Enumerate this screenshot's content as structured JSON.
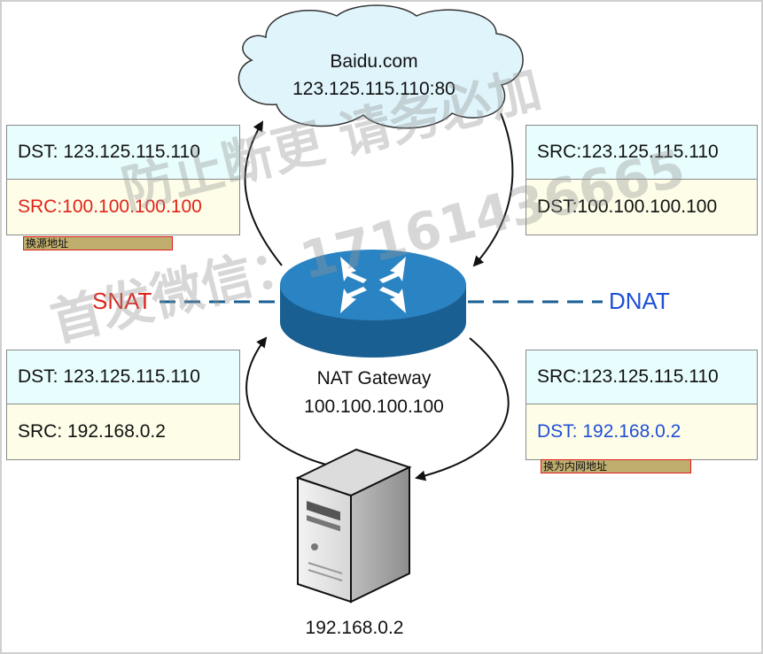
{
  "cloud": {
    "line1": "Baidu.com",
    "line2": "123.125.115.110:80"
  },
  "gateway": {
    "line1": "NAT Gateway",
    "line2": "100.100.100.100"
  },
  "server": {
    "ip": "192.168.0.2"
  },
  "snat_label": "SNAT",
  "dnat_label": "DNAT",
  "box_top_left": {
    "top": "DST: 123.125.115.110",
    "bottom": "SRC:100.100.100.100",
    "tag": "换源地址"
  },
  "box_top_right": {
    "top": "SRC:123.125.115.110",
    "bottom": "DST:100.100.100.100"
  },
  "box_bottom_left": {
    "top": "DST: 123.125.115.110",
    "bottom": "SRC: 192.168.0.2"
  },
  "box_bottom_right": {
    "top": "SRC:123.125.115.110",
    "bottom": "DST: 192.168.0.2",
    "tag": "换为内网地址"
  },
  "watermark": {
    "line1": "防止断更 请务必加",
    "line2": "首发微信：17161436665"
  },
  "colors": {
    "snat": "#e0231b",
    "dnat": "#1f4fd6",
    "router": "#1b6fa8",
    "cloud": "#dff5fb"
  }
}
